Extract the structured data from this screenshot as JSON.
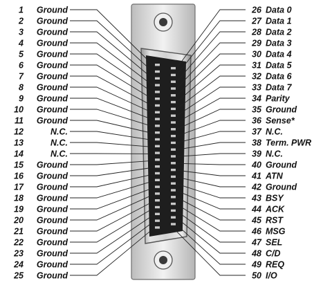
{
  "left_pins": [
    {
      "num": "1",
      "label": "Ground"
    },
    {
      "num": "2",
      "label": "Ground"
    },
    {
      "num": "3",
      "label": "Ground"
    },
    {
      "num": "4",
      "label": "Ground"
    },
    {
      "num": "5",
      "label": "Ground"
    },
    {
      "num": "6",
      "label": "Ground"
    },
    {
      "num": "7",
      "label": "Ground"
    },
    {
      "num": "8",
      "label": "Ground"
    },
    {
      "num": "9",
      "label": "Ground"
    },
    {
      "num": "10",
      "label": "Ground"
    },
    {
      "num": "11",
      "label": "Ground"
    },
    {
      "num": "12",
      "label": "N.C."
    },
    {
      "num": "13",
      "label": "N.C."
    },
    {
      "num": "14",
      "label": "N.C."
    },
    {
      "num": "15",
      "label": "Ground"
    },
    {
      "num": "16",
      "label": "Ground"
    },
    {
      "num": "17",
      "label": "Ground"
    },
    {
      "num": "18",
      "label": "Ground"
    },
    {
      "num": "19",
      "label": "Ground"
    },
    {
      "num": "20",
      "label": "Ground"
    },
    {
      "num": "21",
      "label": "Ground"
    },
    {
      "num": "22",
      "label": "Ground"
    },
    {
      "num": "23",
      "label": "Ground"
    },
    {
      "num": "24",
      "label": "Ground"
    },
    {
      "num": "25",
      "label": "Ground"
    }
  ],
  "right_pins": [
    {
      "num": "26",
      "label": "Data 0"
    },
    {
      "num": "27",
      "label": "Data 1"
    },
    {
      "num": "28",
      "label": "Data 2"
    },
    {
      "num": "29",
      "label": "Data 3"
    },
    {
      "num": "30",
      "label": "Data 4"
    },
    {
      "num": "31",
      "label": "Data 5"
    },
    {
      "num": "32",
      "label": "Data 6"
    },
    {
      "num": "33",
      "label": "Data 7"
    },
    {
      "num": "34",
      "label": "Parity"
    },
    {
      "num": "35",
      "label": "Ground"
    },
    {
      "num": "36",
      "label": "Sense*"
    },
    {
      "num": "37",
      "label": "N.C."
    },
    {
      "num": "38",
      "label": "Term. PWR"
    },
    {
      "num": "39",
      "label": "N.C."
    },
    {
      "num": "40",
      "label": "Ground"
    },
    {
      "num": "41",
      "label": "ATN"
    },
    {
      "num": "42",
      "label": "Ground"
    },
    {
      "num": "43",
      "label": "BSY"
    },
    {
      "num": "44",
      "label": "ACK"
    },
    {
      "num": "45",
      "label": "RST"
    },
    {
      "num": "46",
      "label": "MSG"
    },
    {
      "num": "47",
      "label": "SEL"
    },
    {
      "num": "48",
      "label": "C/D"
    },
    {
      "num": "49",
      "label": "REQ"
    },
    {
      "num": "50",
      "label": "I/O"
    }
  ],
  "colors": {
    "text": "#111111",
    "lead": "#222222",
    "shell_light": "#e8e8e8",
    "shell_dark": "#7a7a7a",
    "cavity": "#1e1e1e",
    "pin": "#c9c9c9"
  }
}
